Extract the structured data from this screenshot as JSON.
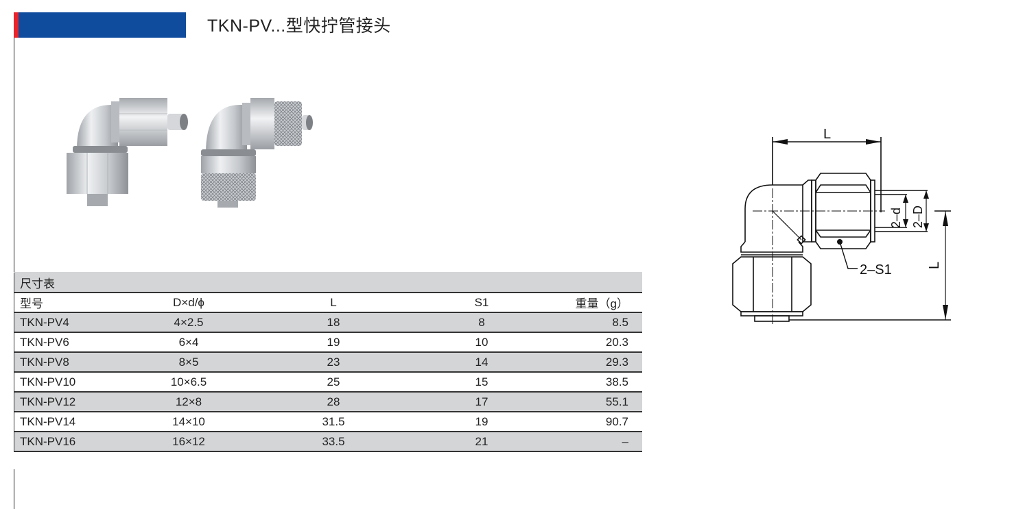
{
  "header": {
    "title": "TKN-PV...型快拧管接头",
    "banner_color": "#0f4c9e",
    "accent_color": "#e8232a"
  },
  "photos": [
    {
      "label": "hex-nut-elbow-fitting-photo"
    },
    {
      "label": "knurled-nut-elbow-fitting-photo"
    }
  ],
  "table": {
    "caption": "尺寸表",
    "headers": [
      "型号",
      "D×d/ϕ",
      "L",
      "S1",
      "重量（g）"
    ],
    "rows": [
      [
        "TKN-PV4",
        "4×2.5",
        "18",
        "8",
        "8.5"
      ],
      [
        "TKN-PV6",
        "6×4",
        "19",
        "10",
        "20.3"
      ],
      [
        "TKN-PV8",
        "8×5",
        "23",
        "14",
        "29.3"
      ],
      [
        "TKN-PV10",
        "10×6.5",
        "25",
        "15",
        "38.5"
      ],
      [
        "TKN-PV12",
        "12×8",
        "28",
        "17",
        "55.1"
      ],
      [
        "TKN-PV14",
        "14×10",
        "31.5",
        "19",
        "90.7"
      ],
      [
        "TKN-PV16",
        "16×12",
        "33.5",
        "21",
        "–"
      ]
    ]
  },
  "diagram": {
    "dim_top": "L",
    "dim_right": "L",
    "dim_d": "2–d",
    "dim_D": "2–D",
    "callout": "2–S1"
  }
}
